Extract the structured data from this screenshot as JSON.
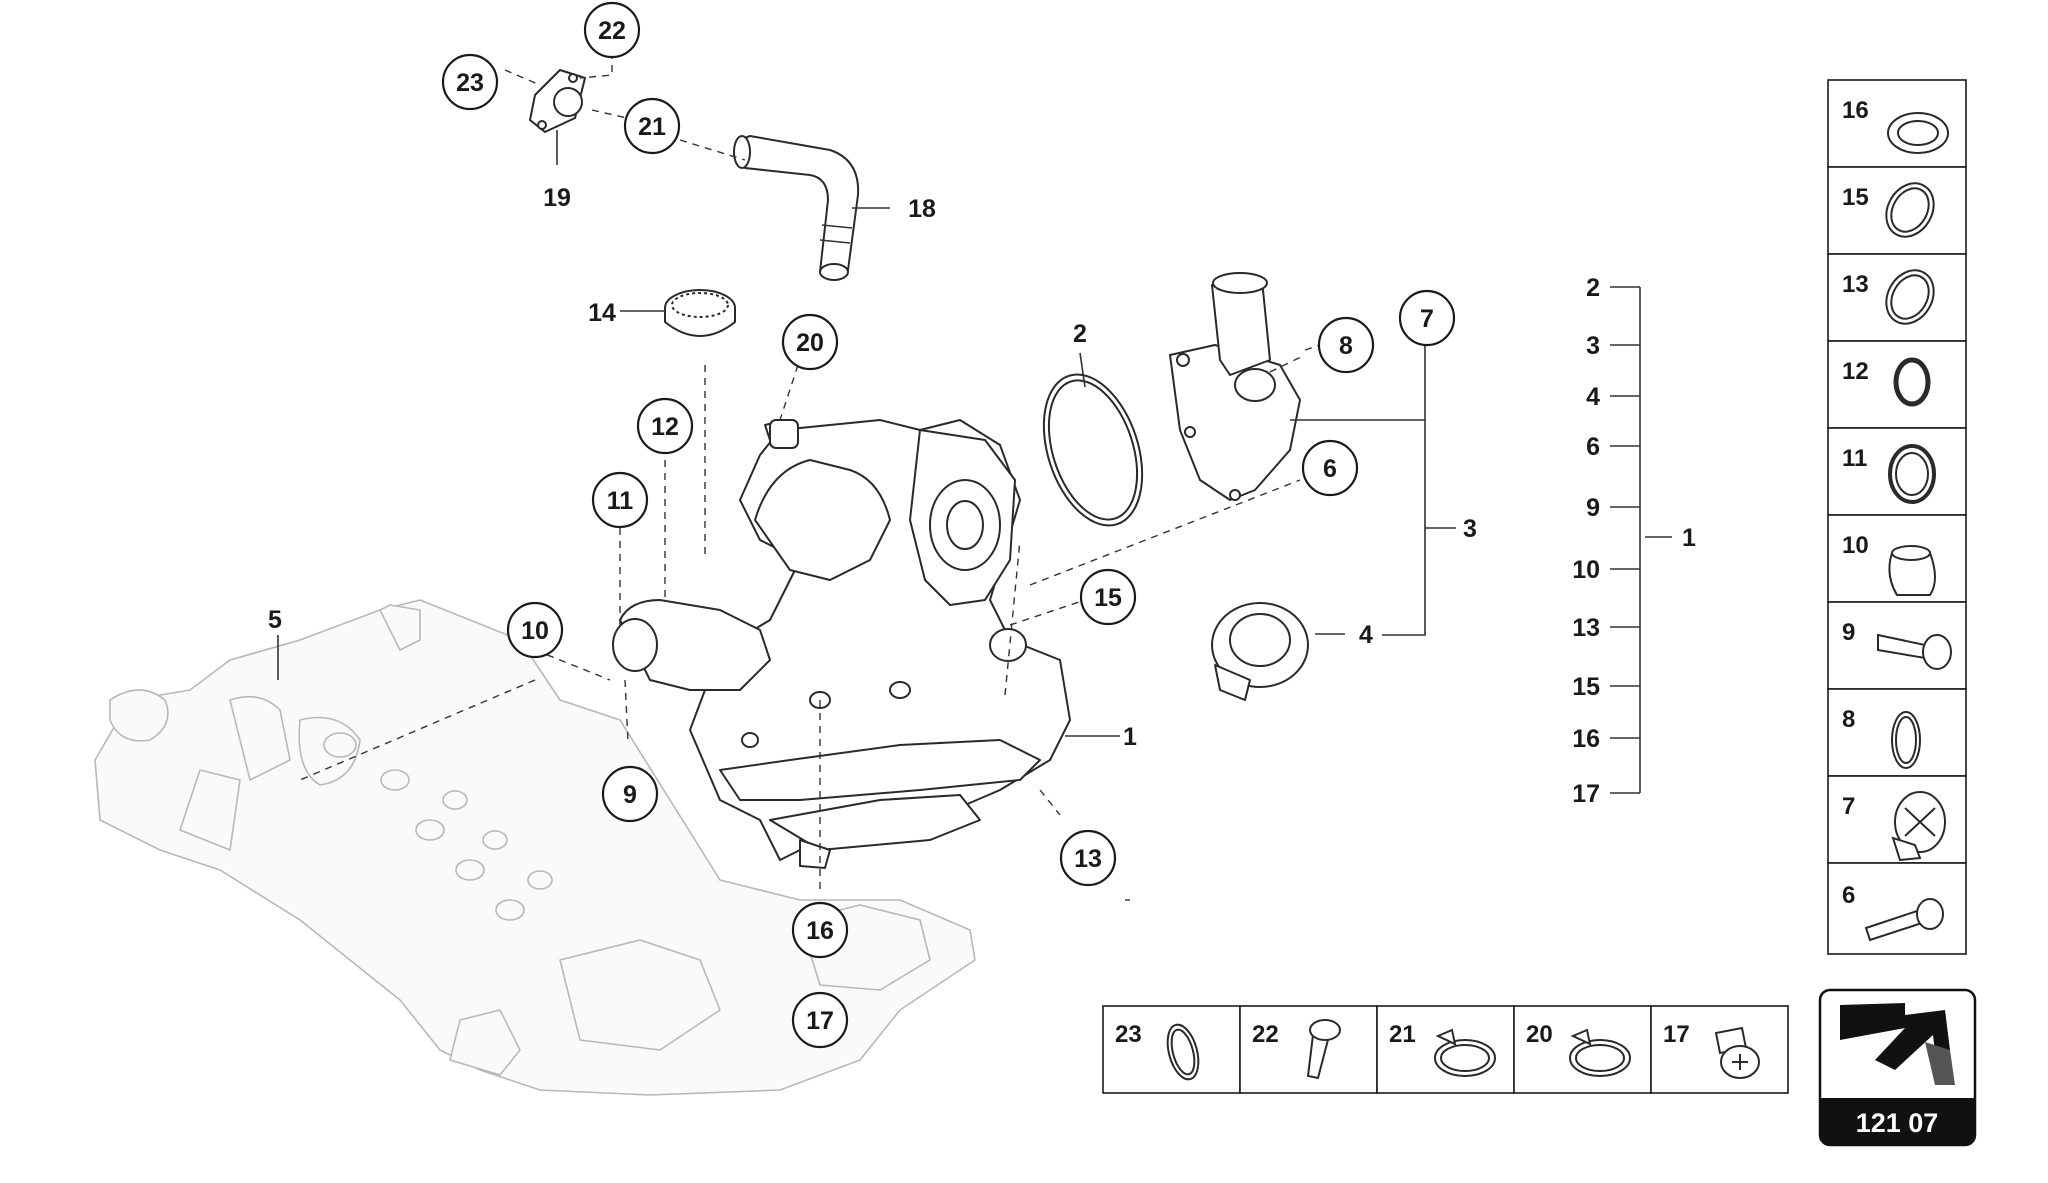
{
  "diagram": {
    "page_code": "121 07",
    "callouts": [
      "22",
      "23",
      "21",
      "20",
      "14",
      "12",
      "11",
      "10",
      "9",
      "16",
      "17",
      "13",
      "15",
      "8",
      "7",
      "6"
    ],
    "labels": [
      "19",
      "18",
      "2",
      "5",
      "1",
      "3",
      "4"
    ],
    "group_list": {
      "items": [
        "2",
        "3",
        "4",
        "6",
        "9",
        "10",
        "13",
        "15",
        "16",
        "17"
      ],
      "parent": "1"
    },
    "side_panel": [
      "16",
      "15",
      "13",
      "12",
      "11",
      "10",
      "9",
      "8",
      "7",
      "6"
    ],
    "bottom_panel": [
      "23",
      "22",
      "21",
      "20",
      "17"
    ]
  },
  "colors": {
    "line": "#1a1a1a",
    "ghost_part": "#b8b8b8",
    "page_badge": "#111111"
  },
  "icons": {
    "nav_arrow": "direction-arrow-icon"
  }
}
